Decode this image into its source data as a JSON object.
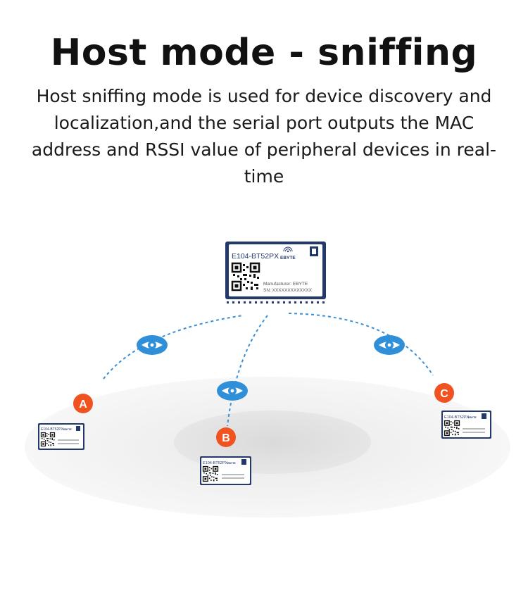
{
  "title": "Host mode - sniffing",
  "subtitle": "Host sniffing mode is used for device discovery and localization,and the serial port outputs the MAC address and RSSI value of peripheral devices in real-time",
  "host_module": {
    "model": "E104-BT52PX",
    "brand": "EBYTE",
    "manufacturer_line": "Manufacturer: EBYTE",
    "sn_line": "SN: XXXXXXXXXXXXX"
  },
  "peripherals": [
    {
      "id": "A"
    },
    {
      "id": "B"
    },
    {
      "id": "C"
    }
  ],
  "colors": {
    "badge": "#f0531f",
    "eye": "#2f8fd8",
    "dash": "#3a8fd6",
    "module_border": "#23386b"
  },
  "icons": [
    "eye-icon",
    "qr-code-icon",
    "antenna-icon"
  ]
}
